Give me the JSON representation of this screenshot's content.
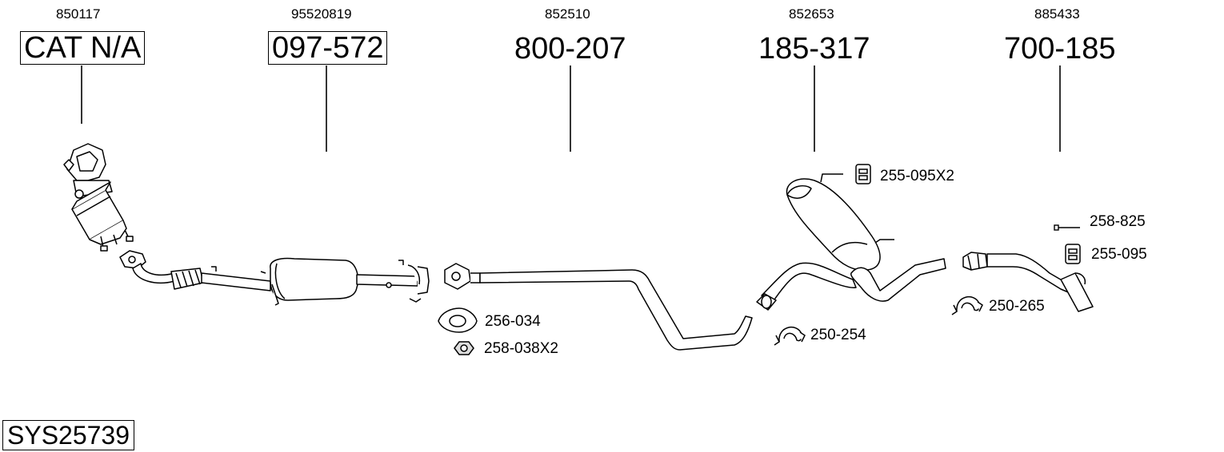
{
  "parts": [
    {
      "oe": "850117",
      "number": "CAT N/A",
      "boxed": true
    },
    {
      "oe": "95520819",
      "number": "097-572",
      "boxed": true
    },
    {
      "oe": "852510",
      "number": "800-207",
      "boxed": false
    },
    {
      "oe": "852653",
      "number": "185-317",
      "boxed": false
    },
    {
      "oe": "885433",
      "number": "700-185",
      "boxed": false
    }
  ],
  "accessories": [
    {
      "label": "255-095X2",
      "icon": "rubber-hanger-icon"
    },
    {
      "label": "258-825",
      "icon": "bolt-icon"
    },
    {
      "label": "255-095",
      "icon": "rubber-hanger-icon"
    },
    {
      "label": "256-034",
      "icon": "gasket-icon"
    },
    {
      "label": "258-038X2",
      "icon": "nut-icon"
    },
    {
      "label": "250-254",
      "icon": "clamp-icon"
    },
    {
      "label": "250-265",
      "icon": "clamp-icon"
    }
  ],
  "system": {
    "code": "SYS25739"
  }
}
